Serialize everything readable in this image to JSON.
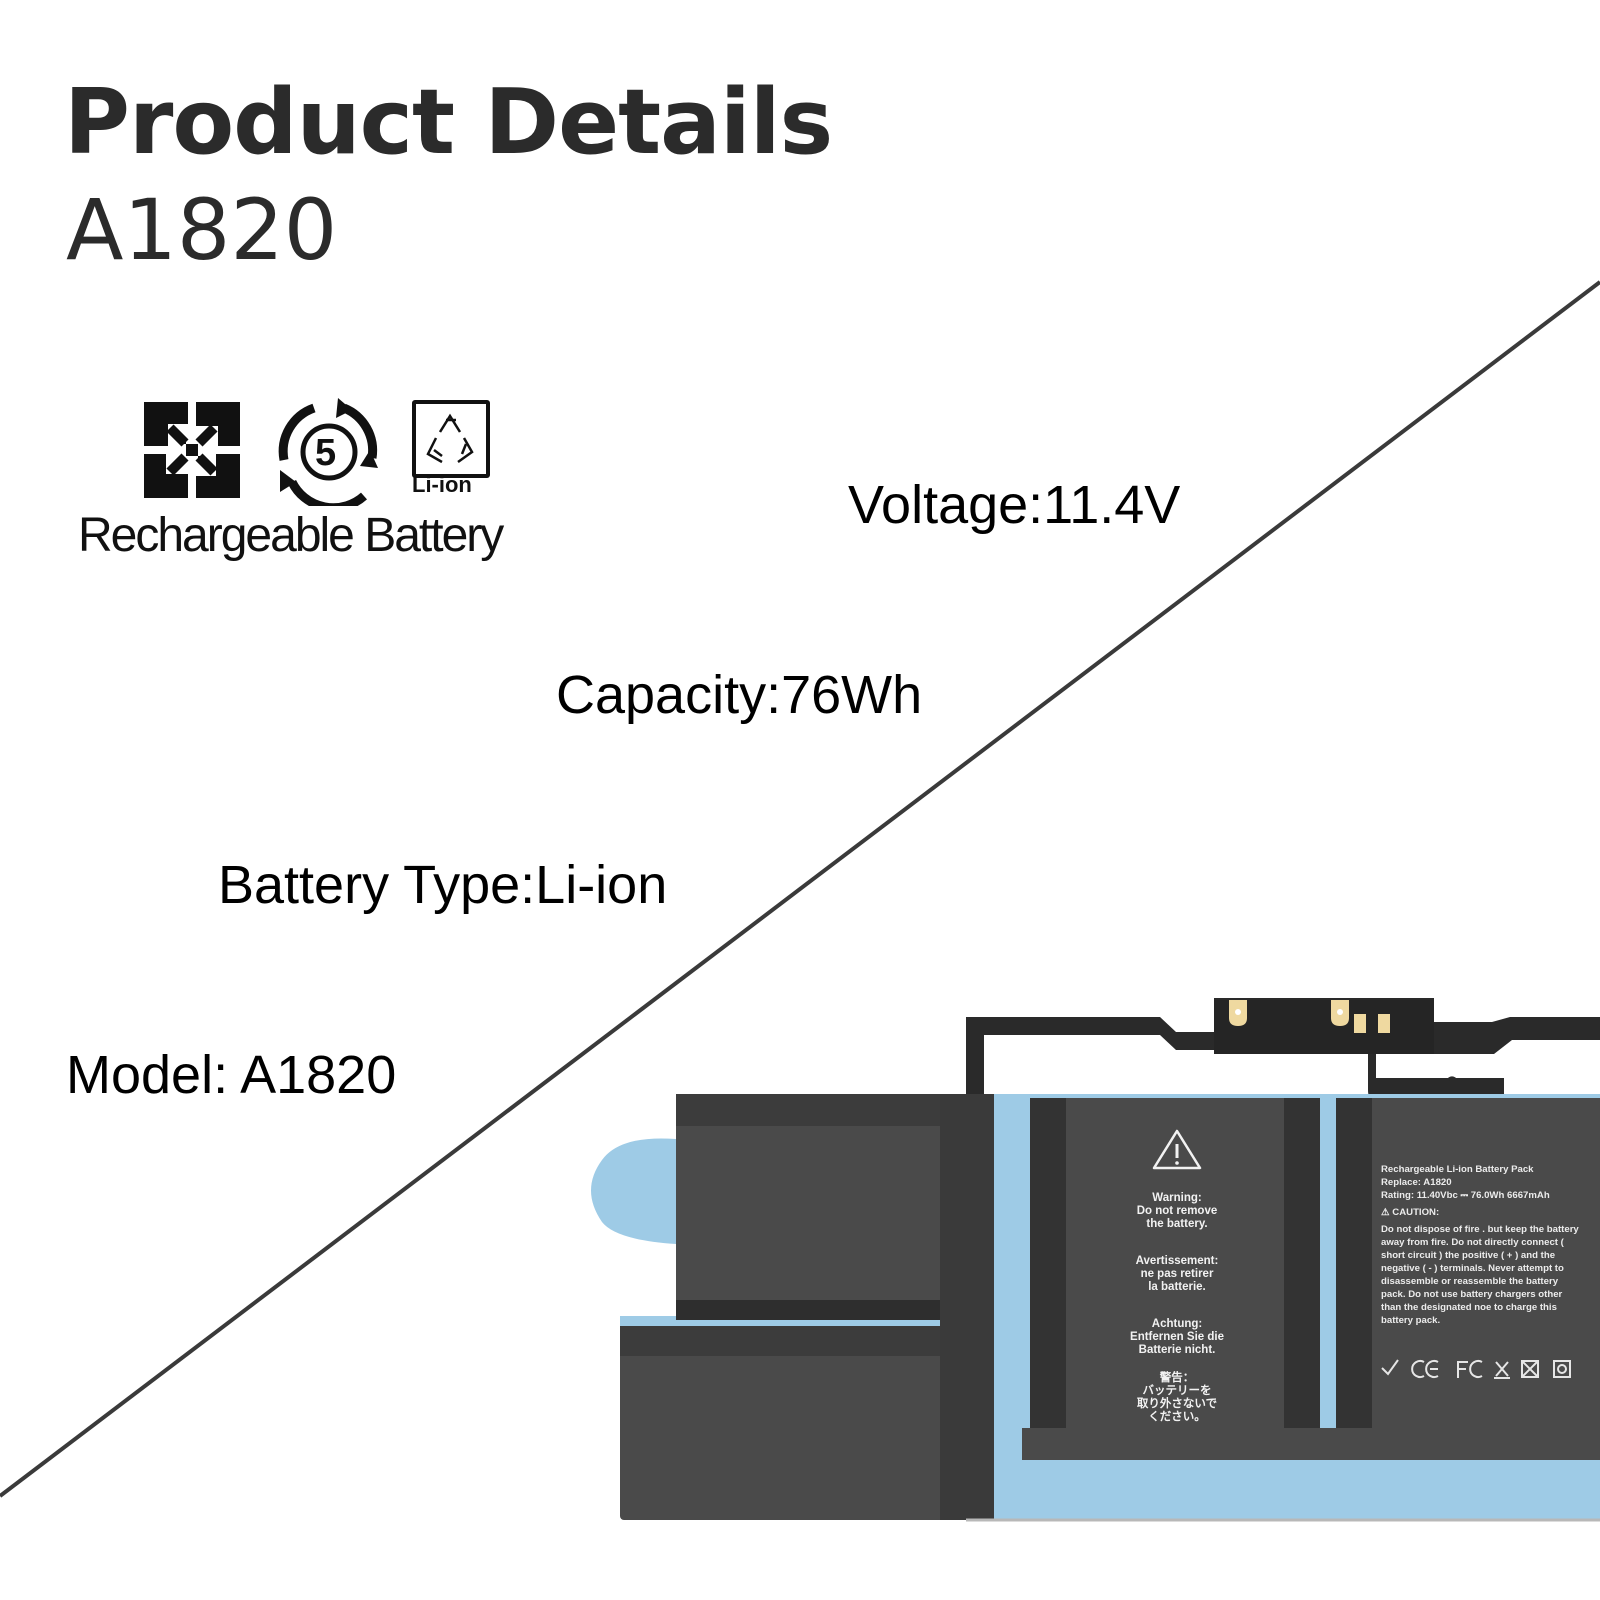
{
  "header": {
    "title": "Product Details",
    "model_heading": "A1820"
  },
  "certification": {
    "icons": [
      "taiwan-recycle-icon",
      "epup-5-year-icon",
      "li-ion-recycle-icon"
    ],
    "epup_number": "5",
    "li_ion_label": "Li-ion",
    "caption": "Rechargeable Battery"
  },
  "specs": {
    "voltage": "Voltage:11.4V",
    "capacity": "Capacity:76Wh",
    "battery_type": "Battery Type:Li-ion",
    "model": "Model: A1820"
  },
  "battery_label": {
    "warning_lines": [
      "Warning:",
      "Do not remove",
      "the battery."
    ],
    "avertissement_lines": [
      "Avertissement:",
      "ne pas retirer",
      "la batterie."
    ],
    "achtung_lines": [
      "Achtung:",
      "Entfernen Sie die",
      "Batterie nicht."
    ],
    "japanese_lines": [
      "警告：",
      "バッテリーを",
      "取り外さないで",
      "ください。"
    ],
    "pack_title": "Rechargeable Li-ion Battery Pack",
    "replace": "Replace: A1820",
    "rating": "Rating: 11.40Vbc ⎓ 76.0Wh 6667mAh",
    "caution_heading": "CAUTION:",
    "caution_text": "Do not dispose of fire . but keep the battery away from fire. Do not directly connect ( short circuit ) the positive ( + ) and the negative ( - ) terminals. Never attempt to disassemble or reassemble the battery pack. Do not use battery chargers other than the designated noe to charge this battery pack.",
    "compliance_marks": [
      "RoHS",
      "CE",
      "FC",
      "WEEE",
      "X-box",
      "recycle"
    ]
  },
  "colors": {
    "text_dark": "#2b2b2b",
    "divider": "#3a3a3a",
    "cell_body": "#4a4a4a",
    "cell_dark": "#2e2e2e",
    "tape_blue": "#9ecbe6",
    "tape_edge": "#3f94c8",
    "contact_gold": "#efd9a0"
  }
}
